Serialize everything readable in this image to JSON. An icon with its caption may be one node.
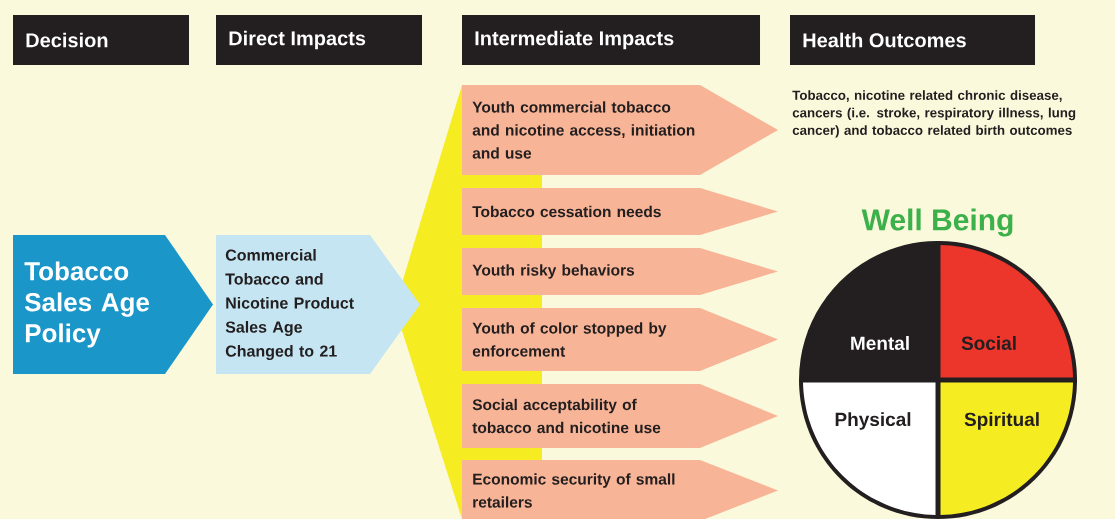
{
  "diagram": {
    "nodes": [
      {
        "text": [
          "Decision"
        ]
      },
      {
        "text": [
          "Direct Impacts"
        ]
      },
      {
        "text": [
          "Intermediate Impacts"
        ]
      },
      {
        "text": [
          "Health Outcomes"
        ]
      },
      {
        "text": [
          "Tobacco Sales Age Policy"
        ]
      },
      {
        "text": [
          "Commercial Tobacco and Nicotine Product Sales Age Changed to 21"
        ]
      },
      {
        "text": [
          "Youth commercial tobacco and nicotine access, initiation and use"
        ]
      },
      {
        "text": [
          "Tobacco cessation needs"
        ]
      },
      {
        "text": [
          "Youth risky behaviors"
        ]
      },
      {
        "text": [
          "Youth of color stopped by enforcement"
        ]
      },
      {
        "text": [
          "Social acceptability of tobacco and nicotine use"
        ]
      },
      {
        "text": [
          "Economic security of small retailers"
        ]
      },
      {
        "text": [
          "Well Being"
        ]
      },
      {
        "text": [
          "Mental"
        ],
        "in": 12
      },
      {
        "text": [
          "Social"
        ],
        "in": 12
      },
      {
        "text": [
          "Physical"
        ],
        "in": 12
      },
      {
        "text": [
          "Spiritual"
        ],
        "in": 12
      }
    ],
    "labels": [
      "Tobacco, nicotine related chronic disease, cancers (i.e. stroke, respiratory illness, lung cancer) and tobacco related birth outcomes"
    ]
  }
}
